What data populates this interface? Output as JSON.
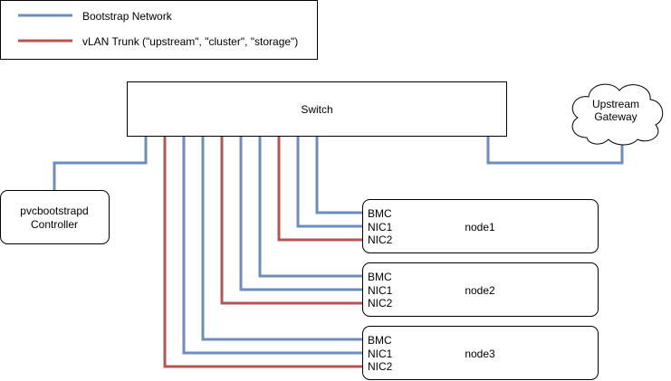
{
  "legend": {
    "items": [
      {
        "label": "Bootstrap Network",
        "color": "#6c8ebf"
      },
      {
        "label": "vLAN Trunk (\"upstream\", \"cluster\", \"storage\")",
        "color": "#b85450"
      }
    ]
  },
  "switch": {
    "label": "Switch"
  },
  "gateway": {
    "line1": "Upstream",
    "line2": "Gateway"
  },
  "controller": {
    "line1": "pvcbootstrapd",
    "line2": "Controller"
  },
  "nodes": [
    {
      "name": "node1",
      "ports": [
        "BMC",
        "NIC1",
        "NIC2"
      ]
    },
    {
      "name": "node2",
      "ports": [
        "BMC",
        "NIC1",
        "NIC2"
      ]
    },
    {
      "name": "node3",
      "ports": [
        "BMC",
        "NIC1",
        "NIC2"
      ]
    }
  ],
  "colors": {
    "bootstrap": "#6c8ebf",
    "trunk": "#b85450",
    "stroke": "#000000"
  }
}
